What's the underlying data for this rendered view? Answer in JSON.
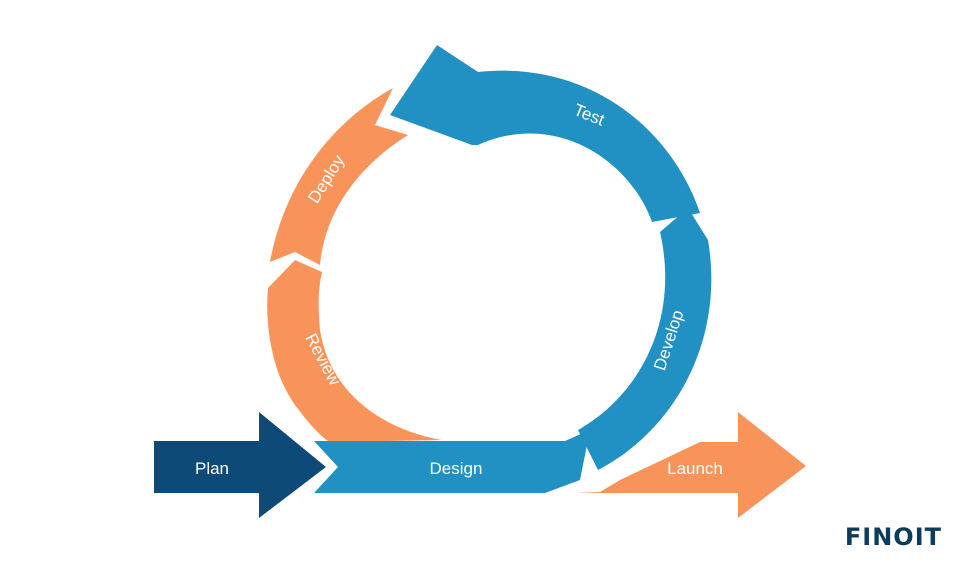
{
  "colors": {
    "dark_blue": "#0d4a78",
    "blue": "#2190c3",
    "orange": "#f8945a",
    "brand": "#0d3b5c"
  },
  "stages": {
    "plan": "Plan",
    "design": "Design",
    "develop": "Develop",
    "test": "Test",
    "deploy": "Deploy",
    "review": "Review",
    "launch": "Launch"
  },
  "brand": {
    "logo_text": "FINOIT"
  }
}
